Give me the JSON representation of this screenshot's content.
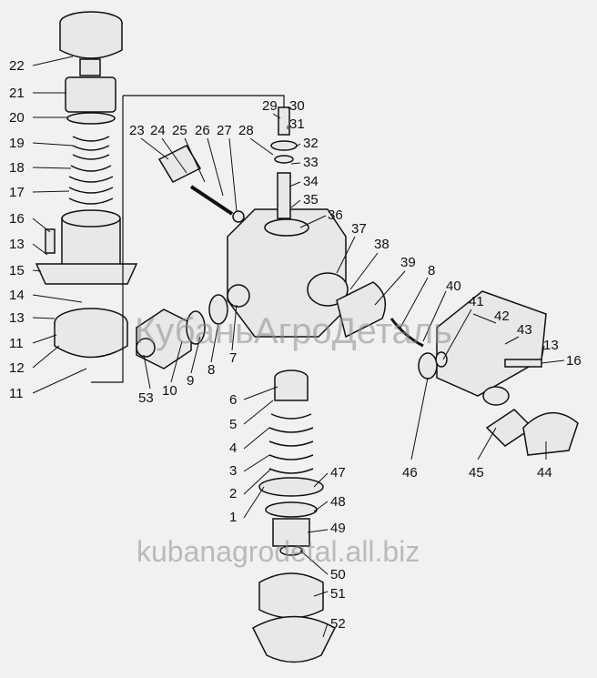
{
  "labels": [
    "22",
    "21",
    "20",
    "19",
    "18",
    "17",
    "16",
    "13",
    "15",
    "14",
    "13",
    "11",
    "12",
    "11",
    "23",
    "24",
    "25",
    "26",
    "27",
    "28",
    "29",
    "30",
    "31",
    "32",
    "33",
    "34",
    "35",
    "36",
    "37",
    "38",
    "39",
    "8",
    "40",
    "41",
    "42",
    "43",
    "13",
    "16",
    "53",
    "10",
    "9",
    "8",
    "7",
    "6",
    "5",
    "4",
    "3",
    "2",
    "1",
    "47",
    "48",
    "49",
    "50",
    "51",
    "52",
    "46",
    "45",
    "44"
  ],
  "watermarks": {
    "cyrillic": "КубаньАгроДеталь",
    "url": "kubanagrodetal.all.biz"
  }
}
